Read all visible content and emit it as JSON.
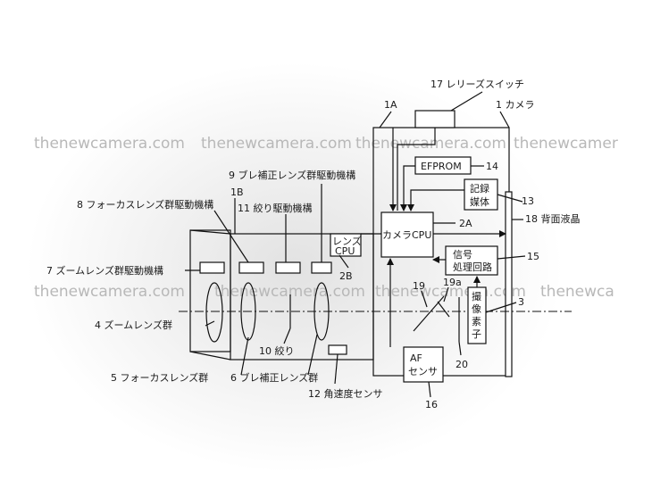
{
  "watermark": "thenewcamera.com",
  "watermark_partial": "thenewcamer",
  "watermark_partial2": "thenewca",
  "labels": {
    "release_switch": "17 レリーズスイッチ",
    "camera": "1 カメラ",
    "ref_1a": "1A",
    "ref_1b": "1B",
    "efprom": "EFPROM",
    "ref_14": "14",
    "record_line1": "記録",
    "record_line2": "媒体",
    "ref_13": "13",
    "camera_cpu": "カメラCPU",
    "ref_2a": "2A",
    "rear_lcd": "18 背面液晶",
    "signal_line1": "信号",
    "signal_line2": "処理回路",
    "ref_15": "15",
    "sensor_line1": "撮",
    "sensor_line2": "像",
    "sensor_line3": "素",
    "sensor_line4": "子",
    "ref_3": "3",
    "ref_19": "19",
    "ref_19a": "19a",
    "ref_20": "20",
    "af_line1": "AF",
    "af_line2": "センサ",
    "ref_16": "16",
    "lens_cpu_line1": "レンズ",
    "lens_cpu_line2": "CPU",
    "ref_2b": "2B",
    "blur_drive": "9 ブレ補正レンズ群駆動機構",
    "focus_drive": "8 フォーカスレンズ群駆動機構",
    "aperture_drive": "11 絞り駆動機構",
    "zoom_drive": "7 ズームレンズ群駆動機構",
    "zoom_group": "4 ズームレンズ群",
    "aperture": "10 絞り",
    "focus_group": "5 フォーカスレンズ群",
    "blur_group": "6 ブレ補正レンズ群",
    "gyro": "12 角速度センサ"
  }
}
